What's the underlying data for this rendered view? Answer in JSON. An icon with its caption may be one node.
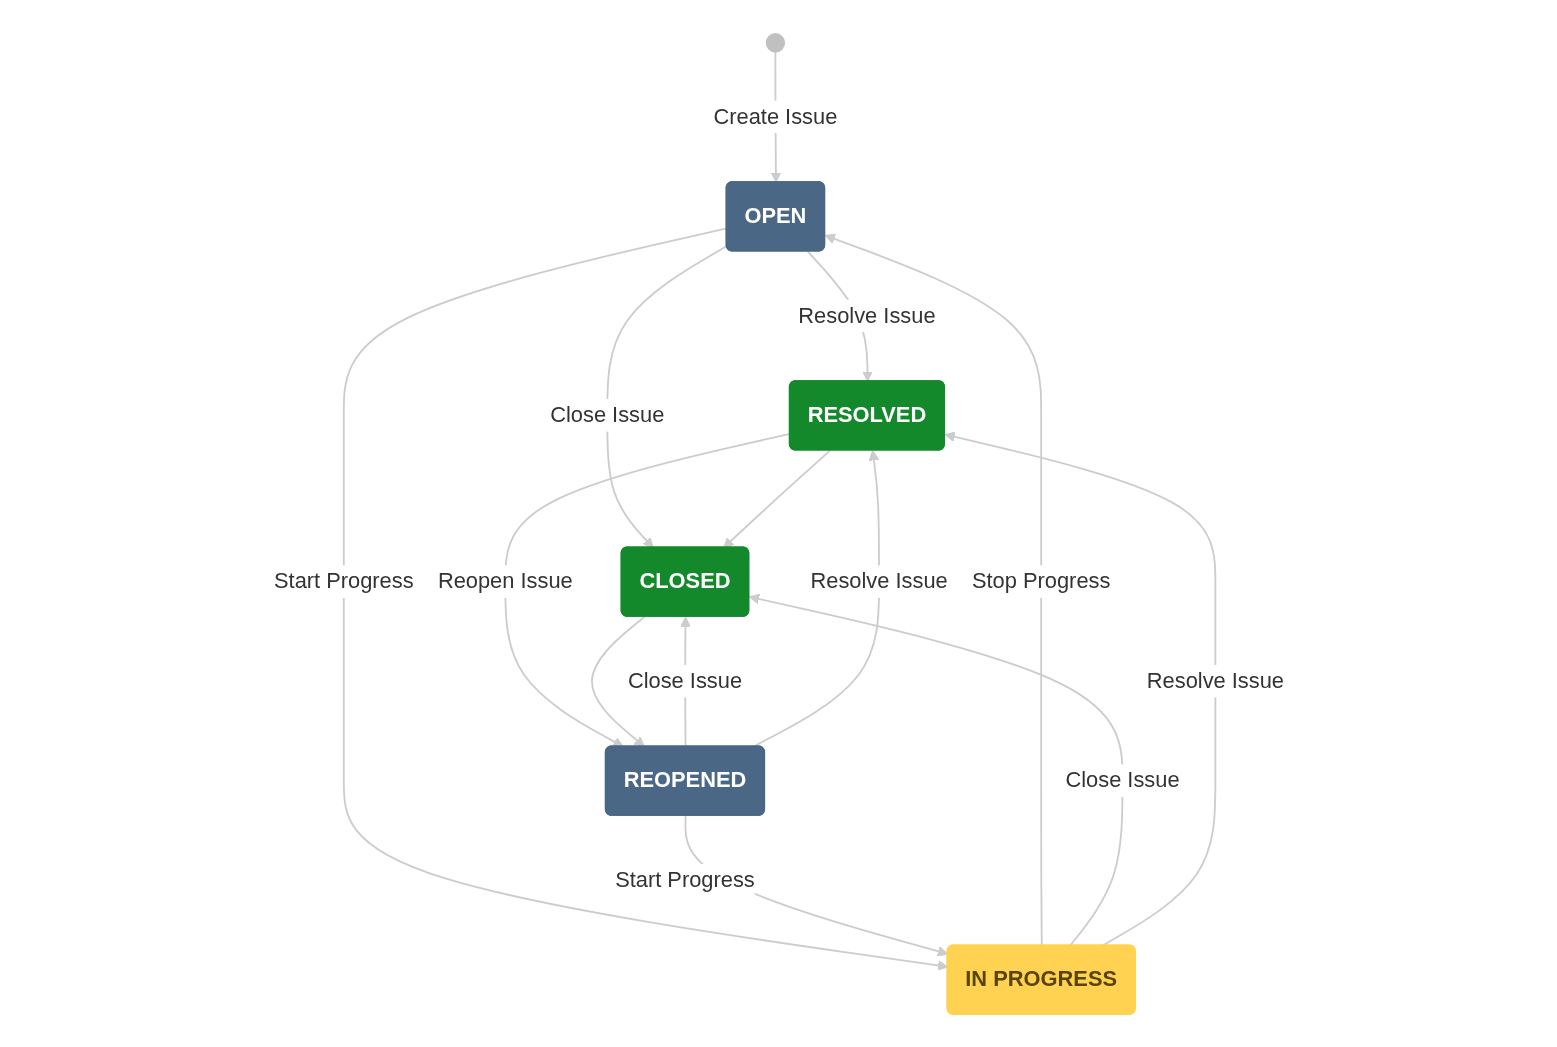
{
  "diagram": {
    "nodes": [
      {
        "text": [],
        "shape": "circle"
      },
      {
        "text": [
          "OPEN"
        ]
      },
      {
        "text": [
          "RESOLVED"
        ]
      },
      {
        "text": [
          "CLOSED"
        ]
      },
      {
        "text": [
          "IN PROGRESS"
        ]
      },
      {
        "text": [
          "REOPENED"
        ]
      }
    ],
    "edges": [
      {
        "from": 0,
        "to": 1,
        "arrow": "to",
        "label": "Create Issue"
      },
      {
        "from": 1,
        "to": 2,
        "arrow": "to",
        "label": "Resolve Issue"
      },
      {
        "from": 1,
        "to": 3,
        "arrow": "to",
        "label": "Close Issue"
      },
      {
        "from": 2,
        "to": 3,
        "arrow": "to"
      },
      {
        "from": 1,
        "to": 4,
        "arrow": "to",
        "label": "Start Progress"
      },
      {
        "from": 4,
        "to": 1,
        "arrow": "to",
        "label": "Stop Progress"
      },
      {
        "from": 4,
        "to": 3,
        "arrow": "to",
        "label": "Close Issue"
      },
      {
        "from": 5,
        "to": 3,
        "arrow": "to",
        "label": "Close Issue"
      },
      {
        "from": 2,
        "to": 5,
        "arrow": "to",
        "label": "Reopen Issue"
      },
      {
        "from": 3,
        "to": 5,
        "arrow": "to"
      },
      {
        "from": 5,
        "to": 2,
        "arrow": "to",
        "label": "Resolve Issue"
      },
      {
        "from": 4,
        "to": 2,
        "arrow": "to",
        "label": "Resolve Issue"
      },
      {
        "from": 5,
        "to": 4,
        "arrow": "to",
        "label": "Start Progress"
      }
    ]
  }
}
